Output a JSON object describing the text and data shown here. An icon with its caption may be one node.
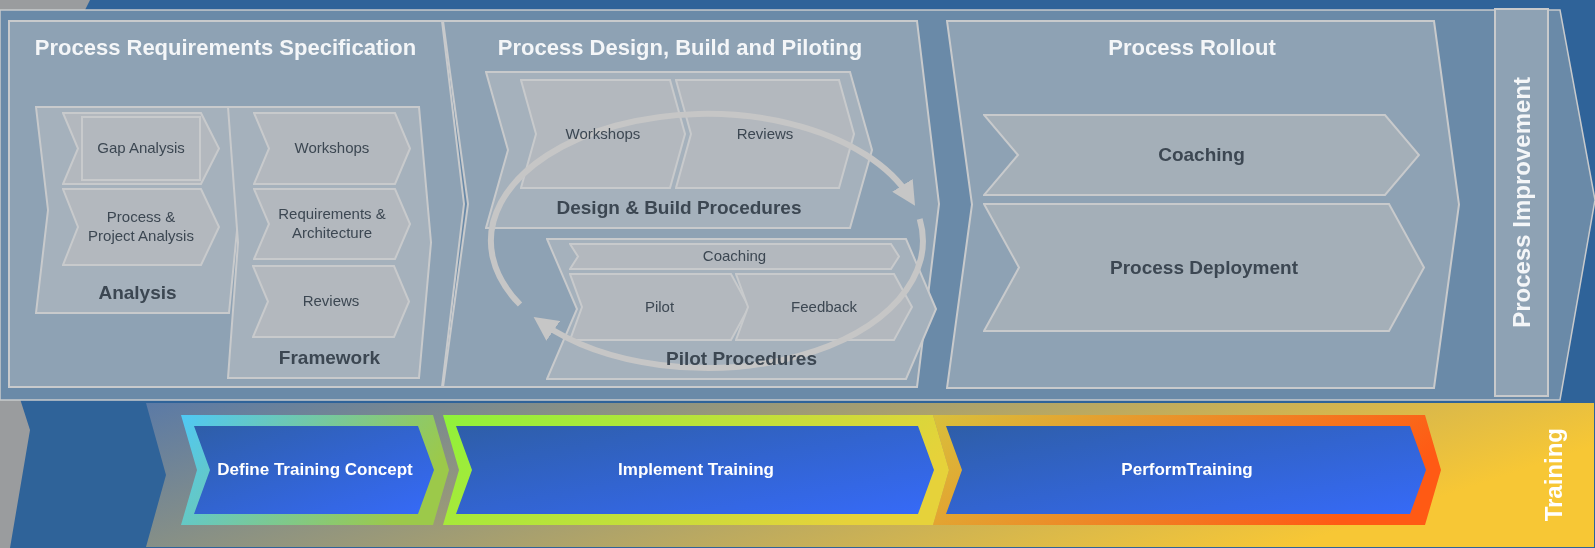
{
  "diagram": {
    "nodes": [
      {
        "text": [
          "Process Requirements Specification"
        ]
      },
      {
        "text": [
          "Analysis"
        ],
        "in": 0
      },
      {
        "text": [
          "Gap Analysis"
        ],
        "in": 1
      },
      {
        "text": [
          "Process & Project Analysis"
        ],
        "in": 1
      },
      {
        "text": [
          "Framework"
        ],
        "in": 0
      },
      {
        "text": [
          "Workshops"
        ],
        "in": 4
      },
      {
        "text": [
          "Requirements & Architecture"
        ],
        "in": 4
      },
      {
        "text": [
          "Reviews"
        ],
        "in": 4
      },
      {
        "text": [
          "Process Design, Build and Piloting"
        ]
      },
      {
        "text": [
          "Design & Build Procedures"
        ],
        "in": 8
      },
      {
        "text": [
          "Workshops"
        ],
        "in": 9
      },
      {
        "text": [
          "Reviews"
        ],
        "in": 9
      },
      {
        "text": [
          "Pilot Procedures"
        ],
        "in": 8
      },
      {
        "text": [
          "Coaching"
        ],
        "in": 12
      },
      {
        "text": [
          "Pilot"
        ],
        "in": 12
      },
      {
        "text": [
          "Feedback"
        ],
        "in": 12
      },
      {
        "text": [
          "Process Rollout"
        ]
      },
      {
        "text": [
          "Coaching"
        ],
        "in": 16
      },
      {
        "text": [
          "Process Deployment"
        ],
        "in": 16
      },
      {
        "text": [
          "Process Improvement"
        ]
      },
      {
        "text": [
          "Training"
        ]
      },
      {
        "text": [
          "Define Training Concept"
        ],
        "in": 20
      },
      {
        "text": [
          "Implement Training"
        ],
        "in": 20
      },
      {
        "text": [
          "PerformTraining"
        ],
        "in": 20
      }
    ]
  }
}
